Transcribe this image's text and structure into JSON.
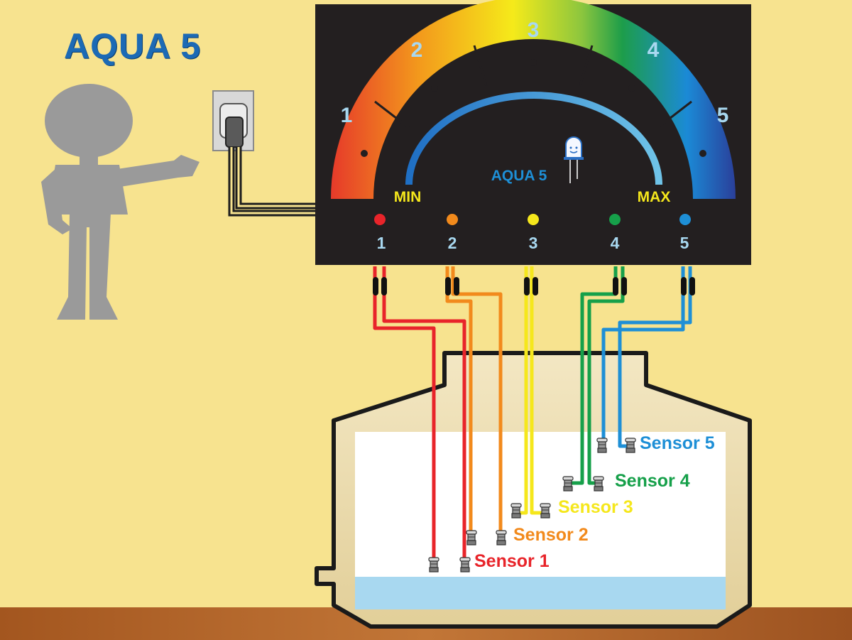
{
  "title": "AQUA 5",
  "panel": {
    "brand": "AQUA 5",
    "min_label": "MIN",
    "max_label": "MAX",
    "levels": [
      {
        "label": "1",
        "color": "#e8242a"
      },
      {
        "label": "2",
        "color": "#f28a1c"
      },
      {
        "label": "3",
        "color": "#f5e71c"
      },
      {
        "label": "4",
        "color": "#16a04a"
      },
      {
        "label": "5",
        "color": "#1e8fd6"
      }
    ]
  },
  "sensors": [
    {
      "label": "Sensor 1",
      "color": "#e8242a"
    },
    {
      "label": "Sensor 2",
      "color": "#f28a1c"
    },
    {
      "label": "Sensor 3",
      "color": "#f5e71c"
    },
    {
      "label": "Sensor 4",
      "color": "#16a04a"
    },
    {
      "label": "Sensor 5",
      "color": "#1e8fd6"
    }
  ],
  "colors": {
    "wall": "#f7e38f",
    "floor": "#b5642a",
    "panel": "#231f20",
    "tank": "#efe2b8",
    "water": "#a8d8f0",
    "accent_blue": "#1c6ab5"
  }
}
